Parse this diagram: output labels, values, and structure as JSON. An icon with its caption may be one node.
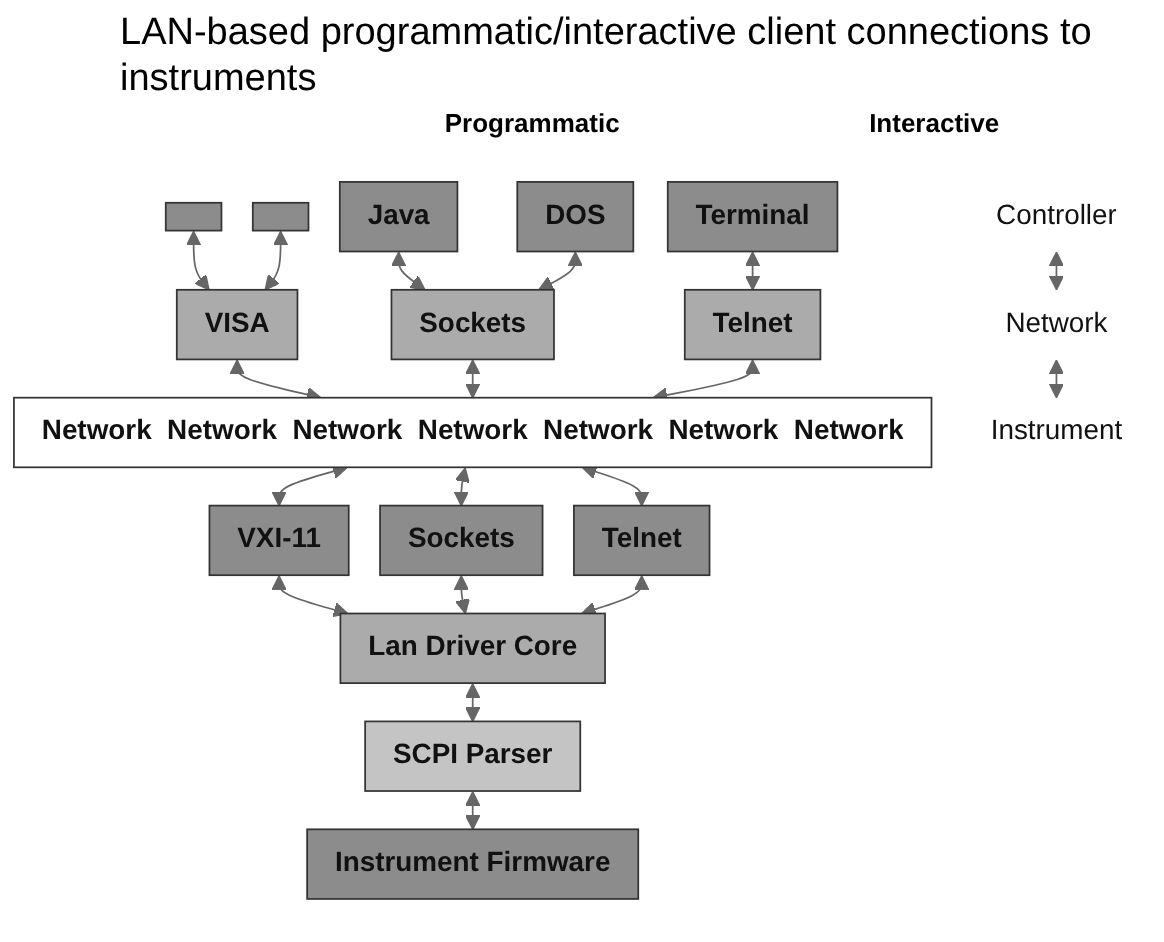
{
  "diagram": {
    "title": "LAN-based programmatic/interactive client connections to instruments",
    "nodes": [
      {
        "text": [],
        "shape": "box"
      },
      {
        "text": [],
        "shape": "box"
      },
      {
        "text": [
          "Java"
        ]
      },
      {
        "text": [
          "DOS"
        ]
      },
      {
        "text": [
          "Terminal"
        ]
      },
      {
        "text": [
          "VISA"
        ]
      },
      {
        "text": [
          "Sockets"
        ]
      },
      {
        "text": [
          "Telnet"
        ]
      },
      {
        "text": [
          "Network",
          "Network",
          "Network",
          "Network",
          "Network",
          "Network",
          "Network"
        ]
      },
      {
        "text": [
          "VXI-11"
        ]
      },
      {
        "text": [
          "Sockets"
        ]
      },
      {
        "text": [
          "Telnet"
        ]
      },
      {
        "text": [
          "Lan Driver Core"
        ]
      },
      {
        "text": [
          "SCPI Parser"
        ]
      },
      {
        "text": [
          "Instrument Firmware"
        ]
      },
      {
        "text": [
          "Controller"
        ]
      },
      {
        "text": [
          "Network"
        ]
      },
      {
        "text": [
          "Instrument"
        ]
      }
    ],
    "edges": [
      {
        "from": 0,
        "to": 5,
        "arrow": "both"
      },
      {
        "from": 1,
        "to": 5,
        "arrow": "both"
      },
      {
        "from": 2,
        "to": 6,
        "arrow": "both"
      },
      {
        "from": 3,
        "to": 6,
        "arrow": "both"
      },
      {
        "from": 4,
        "to": 7,
        "arrow": "both"
      },
      {
        "from": 5,
        "to": 8,
        "arrow": "both"
      },
      {
        "from": 6,
        "to": 8,
        "arrow": "both"
      },
      {
        "from": 7,
        "to": 8,
        "arrow": "both"
      },
      {
        "from": 8,
        "to": 9,
        "arrow": "both"
      },
      {
        "from": 8,
        "to": 10,
        "arrow": "both"
      },
      {
        "from": 8,
        "to": 11,
        "arrow": "both"
      },
      {
        "from": 9,
        "to": 12,
        "arrow": "both"
      },
      {
        "from": 10,
        "to": 12,
        "arrow": "both"
      },
      {
        "from": 11,
        "to": 12,
        "arrow": "both"
      },
      {
        "from": 12,
        "to": 13,
        "arrow": "both"
      },
      {
        "from": 13,
        "to": 14,
        "arrow": "both"
      },
      {
        "from": 15,
        "to": 16,
        "arrow": "both"
      },
      {
        "from": 16,
        "to": 17,
        "arrow": "both"
      }
    ],
    "labels": [
      "Programmatic",
      "Interactive"
    ]
  }
}
